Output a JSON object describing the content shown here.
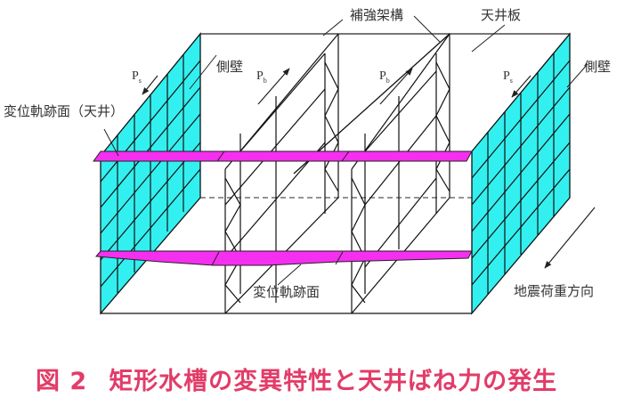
{
  "colors": {
    "wall": "#33f0f0",
    "trajectory_plane": "#f52ff0",
    "line": "#111111",
    "caption": "#e23c68"
  },
  "labels": {
    "reinforcement_frame": "補強架構",
    "ceiling_plate": "天井板",
    "side_wall_left": "側壁",
    "side_wall_right": "側壁",
    "trajectory_ceiling": "変位軌跡面（天井）",
    "trajectory_plane": "変位軌跡面",
    "seismic_load_direction": "地震荷重方向"
  },
  "pressures": [
    {
      "symbol": "P",
      "subscript": "s"
    },
    {
      "symbol": "P",
      "subscript": "b"
    },
    {
      "symbol": "P",
      "subscript": "b"
    },
    {
      "symbol": "P",
      "subscript": "s"
    }
  ],
  "caption": {
    "figure_number": "図 2",
    "text": "矩形水槽の変異特性と天井ばね力の発生"
  }
}
